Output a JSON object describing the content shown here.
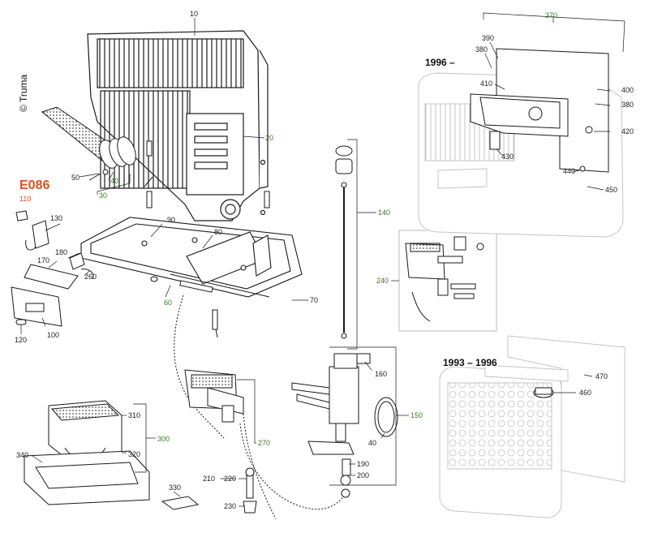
{
  "brand": "© Truma",
  "model": "E086",
  "variants": {
    "v1996": "1996 –",
    "v1993": "1993 – 1996"
  },
  "callouts": {
    "p10": "10",
    "p20": "20",
    "p30": "30",
    "p40a": "40",
    "p50": "50",
    "p60": "60",
    "p70": "70",
    "p80": "80",
    "p90": "90",
    "p100": "100",
    "p110": "110",
    "p120": "120",
    "p130": "130",
    "p140": "140",
    "p150": "150",
    "p160": "160",
    "p170": "170",
    "p180": "180",
    "p190": "190",
    "p200": "200",
    "p210": "210",
    "p220": "220",
    "p230": "230",
    "p240": "240",
    "p260": "260",
    "p270": "270",
    "p300": "300",
    "p310": "310",
    "p320": "320",
    "p330": "330",
    "p340": "340",
    "p370": "370",
    "p380a": "380",
    "p380b": "380",
    "p390": "390",
    "p400": "400",
    "p410": "410",
    "p420": "420",
    "p430": "430",
    "p440": "440",
    "p450": "450",
    "p460": "460",
    "p470": "470",
    "p40b": "40"
  },
  "colors": {
    "line": "#1a1a1a",
    "faded": "#c4c4c4",
    "green": "#3a7a28",
    "orange": "#e0521f"
  }
}
